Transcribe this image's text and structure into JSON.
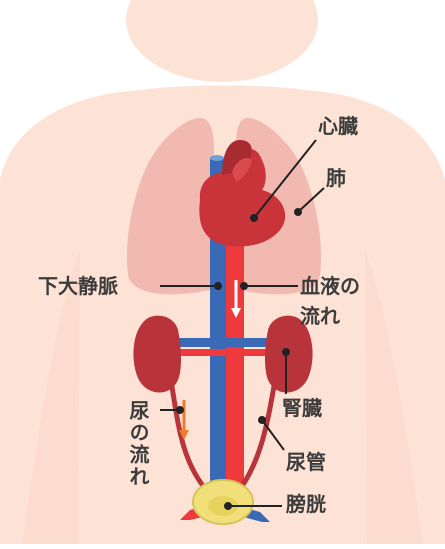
{
  "labels": {
    "heart": "心臓",
    "lung": "肺",
    "ivc": "下大静脈",
    "blood_flow_1": "血液の",
    "blood_flow_2": "流れ",
    "kidney": "腎臓",
    "ureter": "尿管",
    "bladder": "膀胱",
    "urine_flow": "尿の流れ"
  },
  "colors": {
    "skin": "#fde3d6",
    "lung": "#f2b9b1",
    "heart": "#c9333a",
    "heart_dark": "#a72b31",
    "artery": "#ee3a3d",
    "vein": "#3a6ab6",
    "kidney": "#b8333a",
    "bladder": "#f1e07a",
    "urine_arrow": "#ec7d2b",
    "text": "#3c3c3c"
  }
}
